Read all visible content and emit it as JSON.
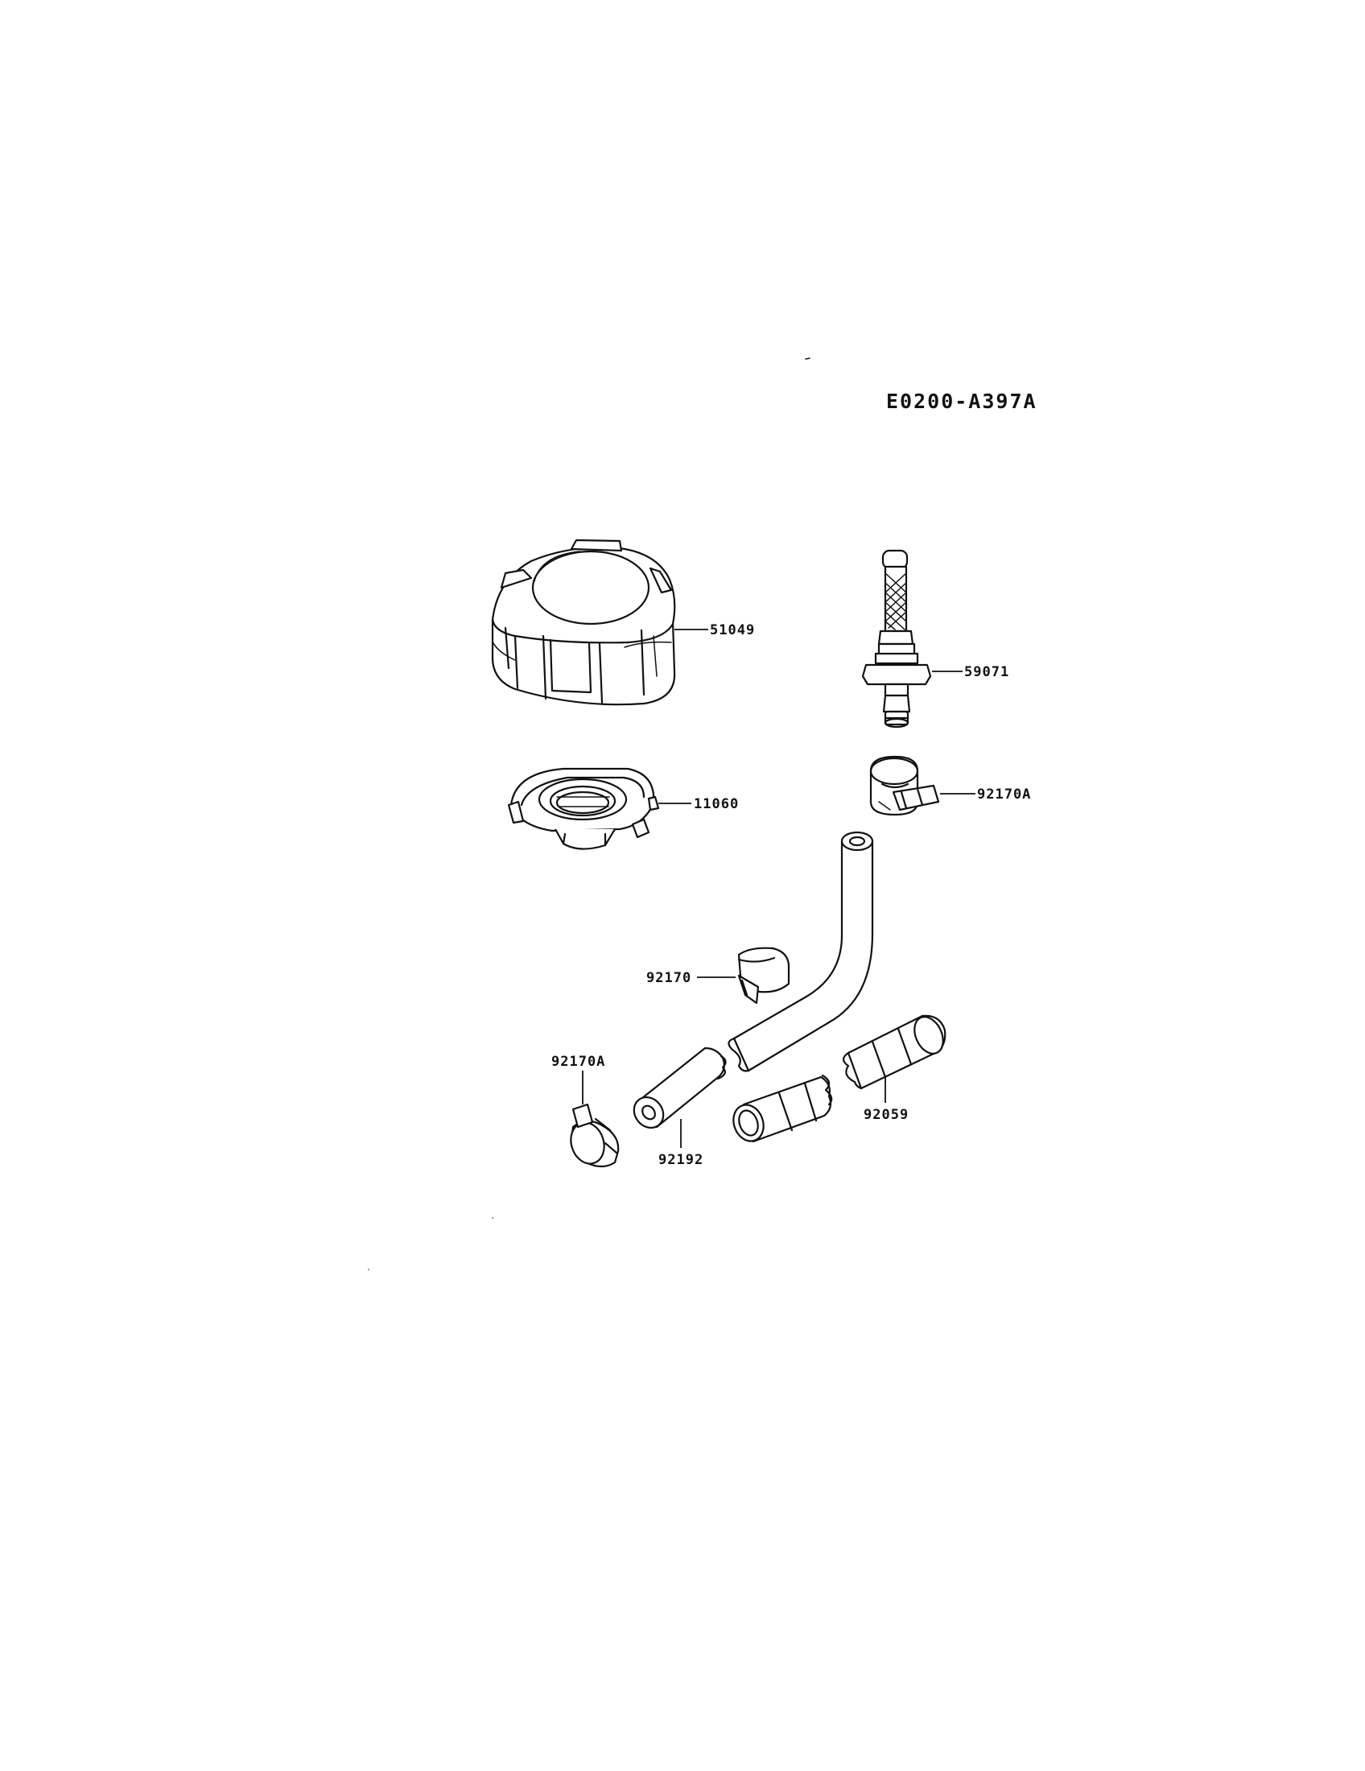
{
  "diagram": {
    "code": "E0200-A397A",
    "parts": [
      {
        "id": "p51049",
        "label": "51049",
        "name": "cap"
      },
      {
        "id": "p59071",
        "label": "59071",
        "name": "fuel-filter"
      },
      {
        "id": "p11060",
        "label": "11060",
        "name": "tank-neck-gasket"
      },
      {
        "id": "p92170A_top",
        "label": "92170A",
        "name": "hose-clamp-top"
      },
      {
        "id": "p92170",
        "label": "92170",
        "name": "clip"
      },
      {
        "id": "p92170A_bottom",
        "label": "92170A",
        "name": "hose-clamp-bottom"
      },
      {
        "id": "p92192",
        "label": "92192",
        "name": "fuel-hose"
      },
      {
        "id": "p92059",
        "label": "92059",
        "name": "sleeve-tube"
      }
    ]
  }
}
